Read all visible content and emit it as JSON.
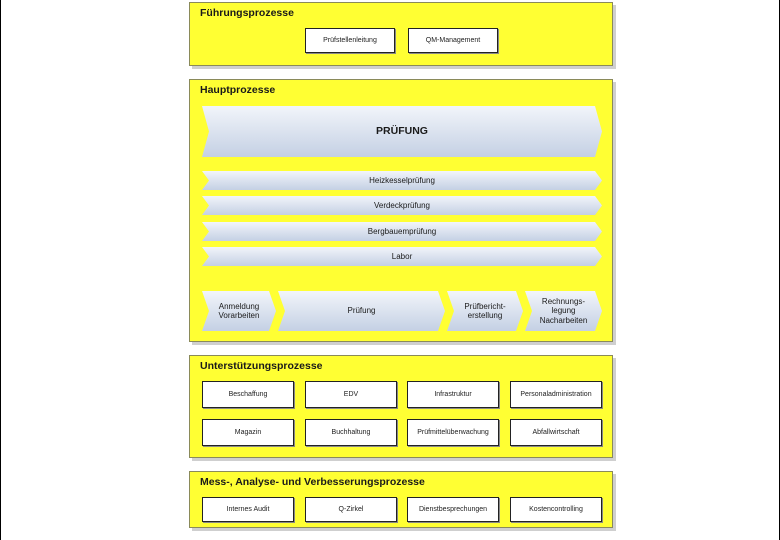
{
  "fuehrung": {
    "title": "Führungsprozesse",
    "items": [
      "Prüfstellenleitung",
      "QM-Management"
    ]
  },
  "haupt": {
    "title": "Hauptprozesse",
    "main": "PRÜFUNG",
    "bands": [
      "Heizkesselprüfung",
      "Verdeckprüfung",
      "Bergbauemprüfung",
      "Labor"
    ],
    "steps": [
      "Anmeldung\nVorarbeiten",
      "Prüfung",
      "Prüfbericht-\nerstellung",
      "Rechnungs-\nlegung\nNacharbeiten"
    ]
  },
  "unterstuetzung": {
    "title": "Unterstützungsprozesse",
    "row1": [
      "Beschaffung",
      "EDV",
      "Infrastruktur",
      "Personaladministration"
    ],
    "row2": [
      "Magazin",
      "Buchhaltung",
      "Prüfmittelüberwachung",
      "Abfallwirtschaft"
    ]
  },
  "mess": {
    "title": "Mess-, Analyse- und Verbesserungsprozesse",
    "items": [
      "Internes Audit",
      "Q-Zirkel",
      "Dienstbesprechungen",
      "Kostencontrolling"
    ]
  }
}
